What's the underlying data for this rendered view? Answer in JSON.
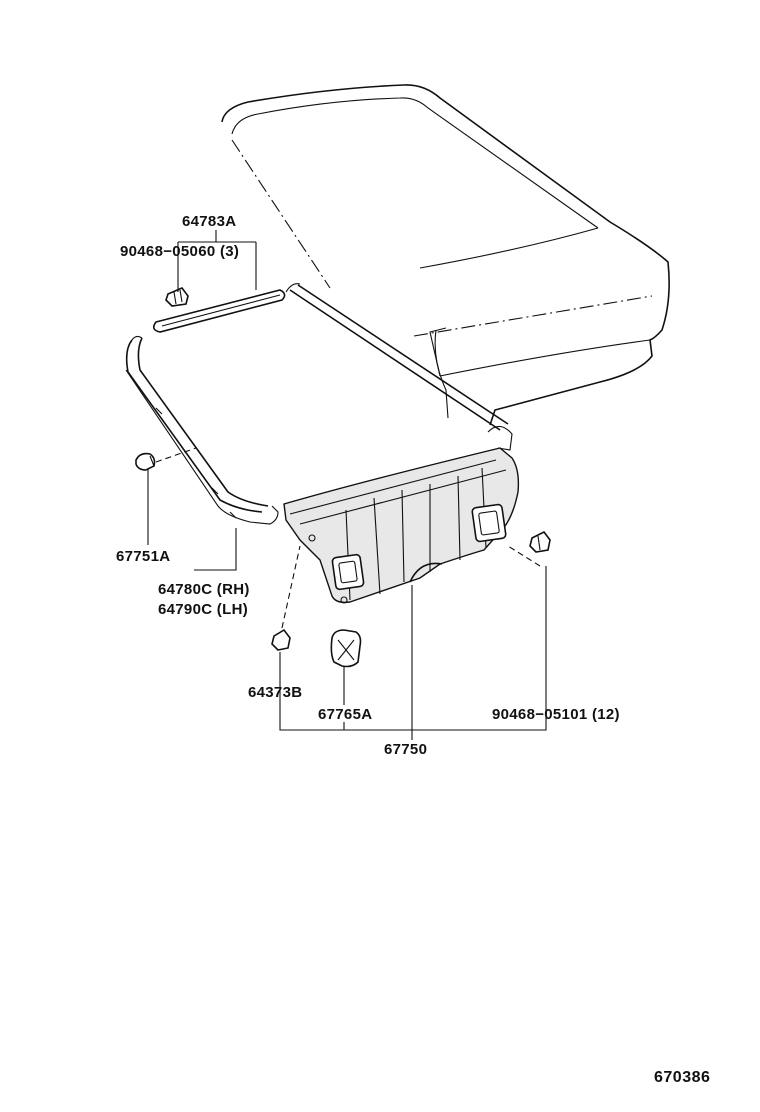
{
  "parts": {
    "p64783A": "64783A",
    "p90468_05060": "90468−05060 (3)",
    "p67751A": "67751A",
    "p64780C": "64780C (RH)",
    "p64790C": "64790C (LH)",
    "p64373B": "64373B",
    "p67765A": "67765A",
    "p90468_05101": "90468−05101 (12)",
    "p67750": "67750"
  },
  "figure_number": "670386"
}
